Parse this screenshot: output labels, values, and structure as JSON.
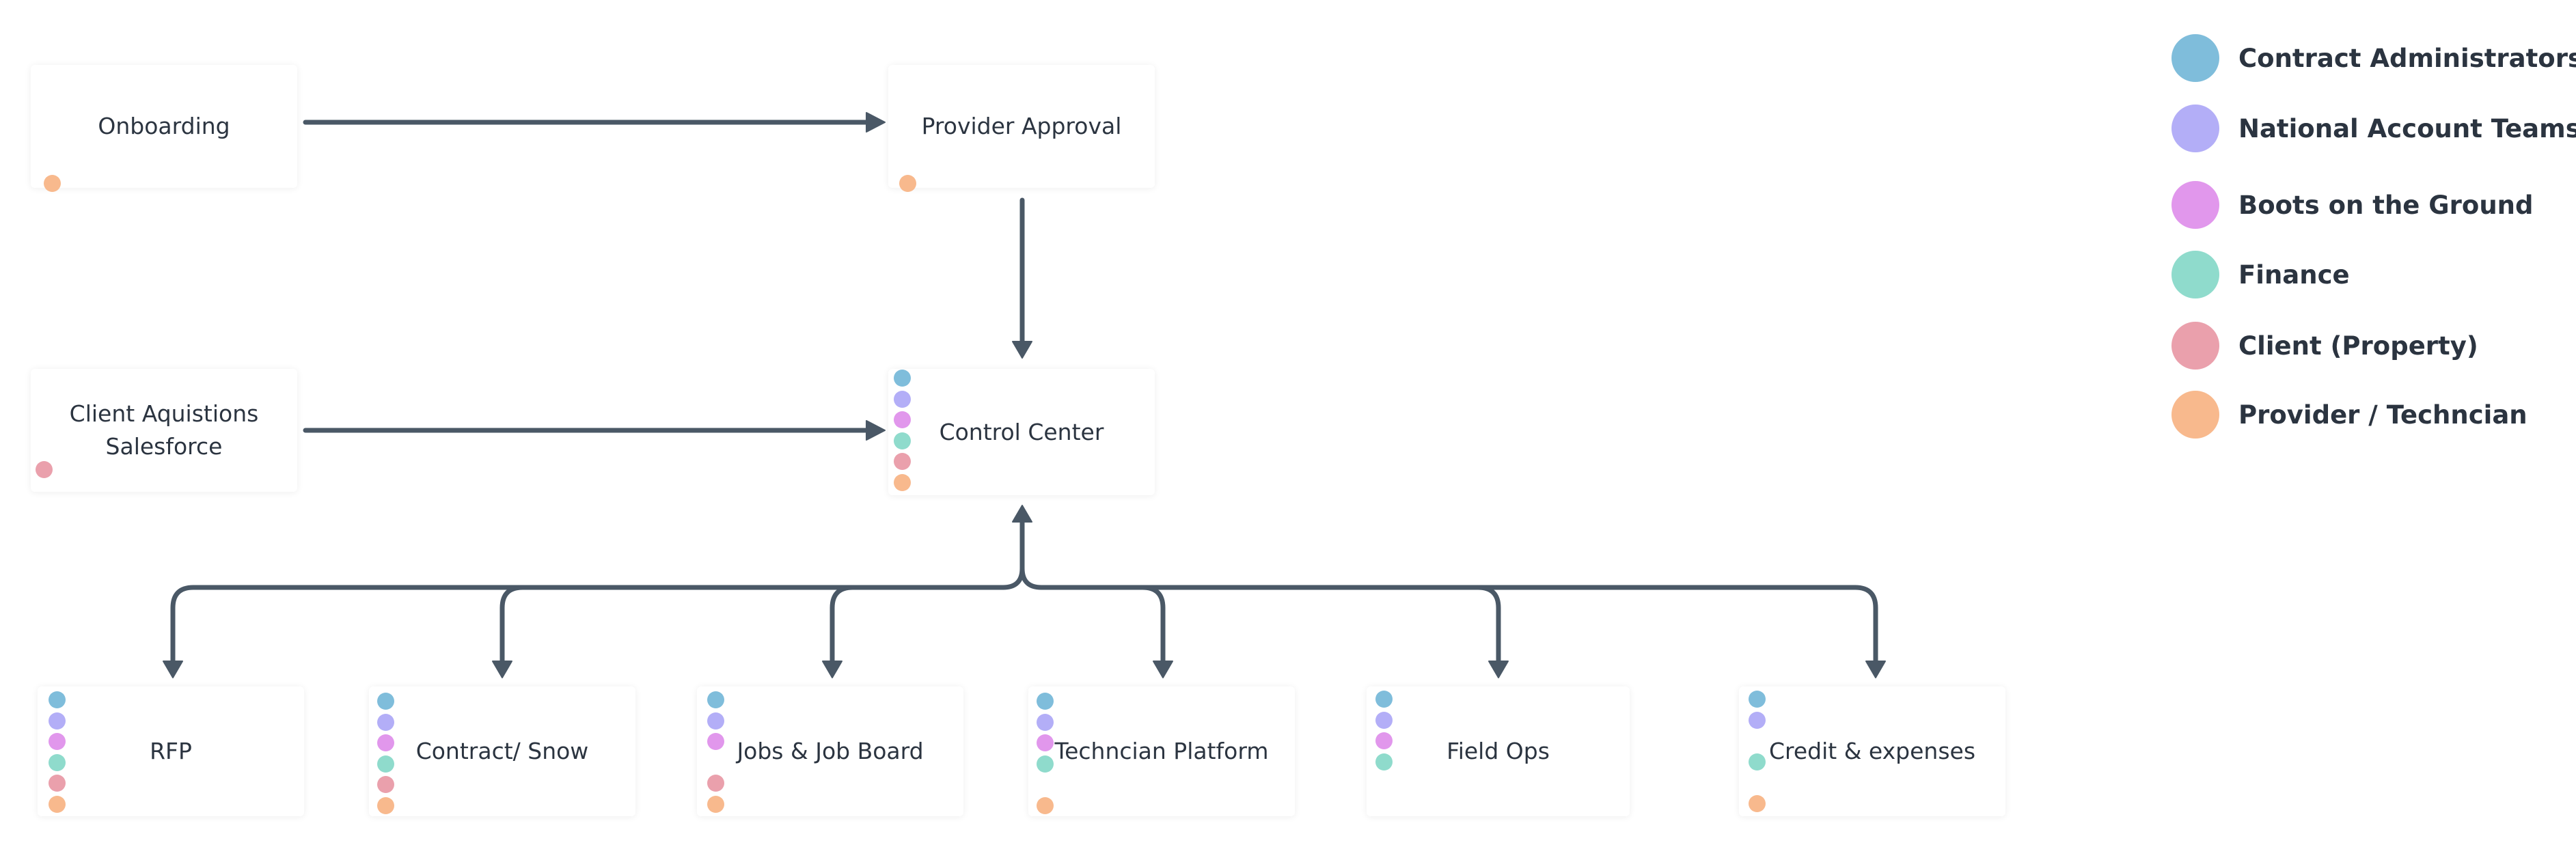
{
  "colors": {
    "contract_admin": "#7fbddb",
    "national_account": "#b3aef7",
    "boots": "#e197ec",
    "finance": "#8fdbcc",
    "client": "#eaa0ac",
    "provider": "#f8b98d",
    "connector": "#4a5866"
  },
  "legend": [
    {
      "label": "Contract Administrators",
      "color": "contract_admin"
    },
    {
      "label": "National Account Teams",
      "color": "national_account"
    },
    {
      "label": "Boots on the Ground",
      "color": "boots"
    },
    {
      "label": "Finance",
      "color": "finance"
    },
    {
      "label": "Client (Property)",
      "color": "client"
    },
    {
      "label": "Provider / Techncian",
      "color": "provider"
    }
  ],
  "nodes": {
    "onboarding": {
      "label": "Onboarding",
      "roles": [
        "provider"
      ]
    },
    "provider_approval": {
      "label": "Provider Approval",
      "roles": [
        "provider"
      ]
    },
    "client_acquisitions": {
      "label_line1": "Client Aquistions",
      "label_line2": "Salesforce",
      "roles": [
        "client"
      ]
    },
    "control_center": {
      "label": "Control Center",
      "roles": [
        "contract_admin",
        "national_account",
        "boots",
        "finance",
        "client",
        "provider"
      ]
    },
    "rfp": {
      "label": "RFP",
      "roles": [
        "contract_admin",
        "national_account",
        "boots",
        "finance",
        "client",
        "provider"
      ]
    },
    "contract_snow": {
      "label": "Contract/ Snow",
      "roles": [
        "contract_admin",
        "national_account",
        "boots",
        "finance",
        "client",
        "provider"
      ]
    },
    "jobs_board": {
      "label": "Jobs & Job Board",
      "roles": [
        "contract_admin",
        "national_account",
        "boots",
        "client",
        "provider"
      ]
    },
    "technician_platform": {
      "label": "Techncian Platform",
      "roles": [
        "contract_admin",
        "national_account",
        "boots",
        "finance",
        "provider"
      ]
    },
    "field_ops": {
      "label": "Field Ops",
      "roles": [
        "contract_admin",
        "national_account",
        "boots",
        "finance"
      ]
    },
    "credit_expenses": {
      "label": "Credit & expenses",
      "roles": [
        "contract_admin",
        "national_account",
        "finance",
        "provider"
      ]
    }
  }
}
